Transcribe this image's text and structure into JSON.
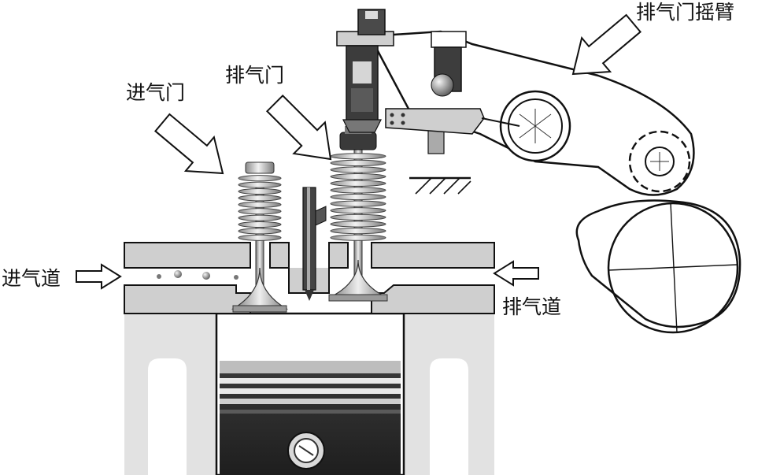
{
  "labels": {
    "intake_valve": "进气门",
    "exhaust_valve": "排气门",
    "exhaust_rocker_arm": "排气门摇臂",
    "intake_port": "进气道",
    "exhaust_port": "排气道"
  },
  "colors": {
    "head_fill": "#cfcfcf",
    "block_fill": "#e2e2e2",
    "piston_dark": "#2b2b2b",
    "outline": "#111111"
  }
}
